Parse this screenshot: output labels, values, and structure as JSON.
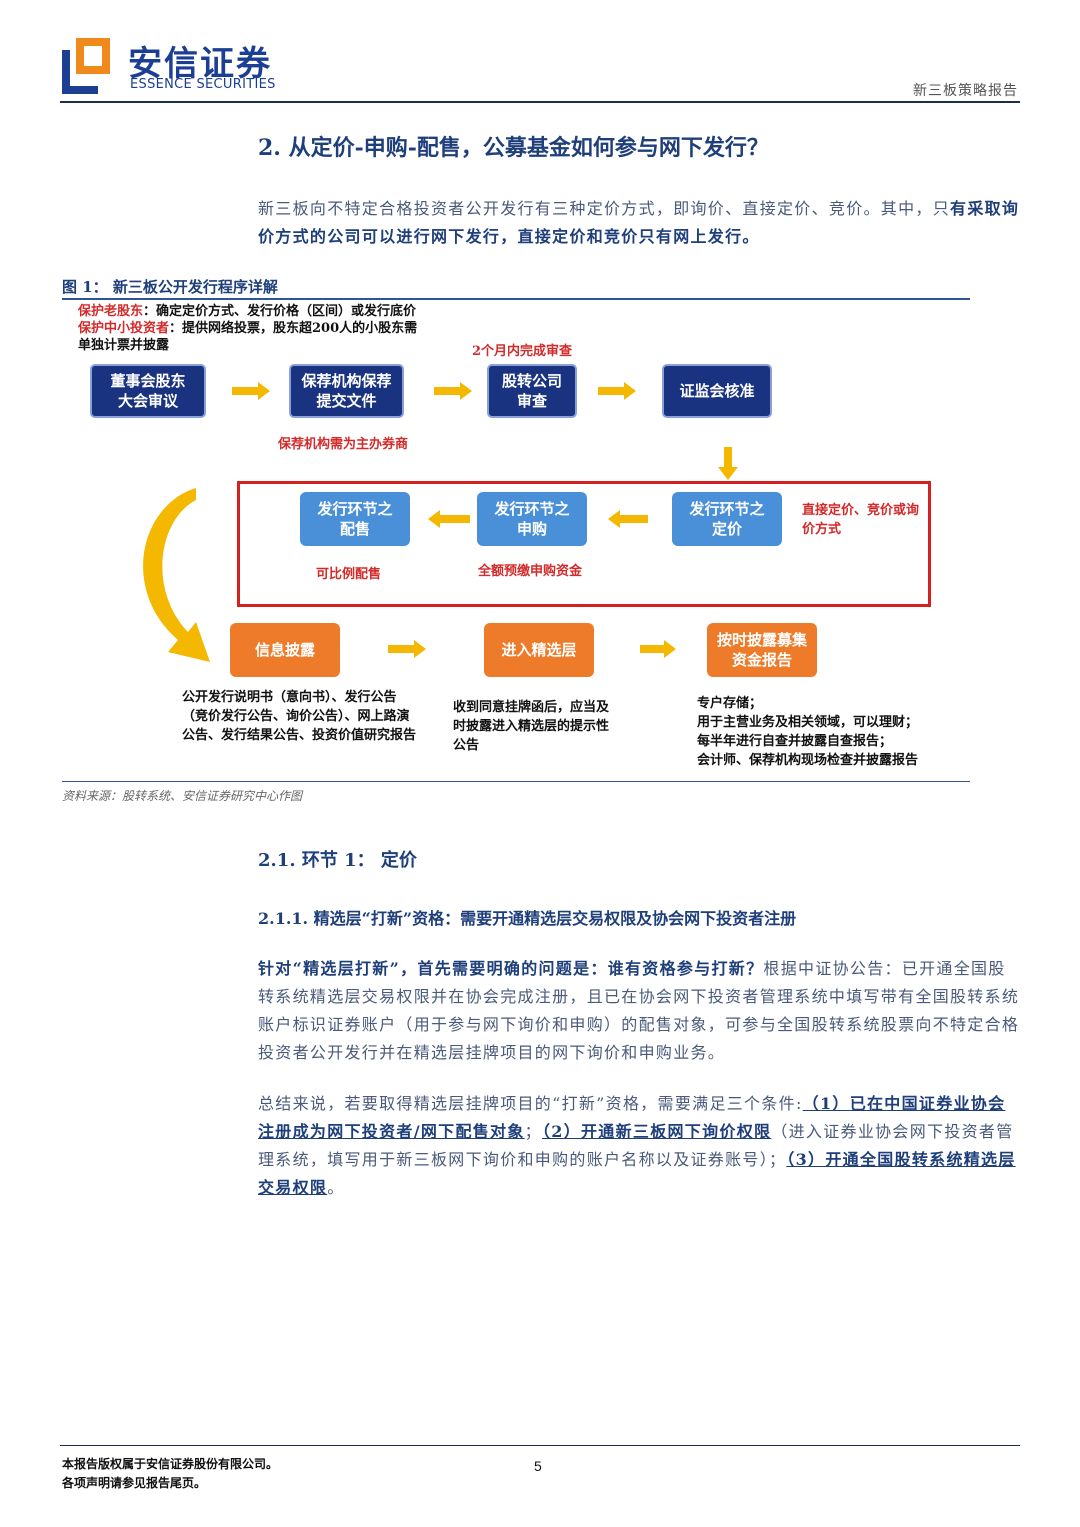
{
  "header": {
    "company_cn": "安信证券",
    "company_en": "ESSENCE SECURITIES",
    "report_type": "新三板策略报告",
    "brand_color": "#1c3f94"
  },
  "section": {
    "title": "2. 从定价-申购-配售，公募基金如何参与网下发行？",
    "intro_plain": "新三板向不特定合格投资者公开发行有三种定价方式，即询价、直接定价、竞价。其中，只",
    "intro_bold": "有采取询价方式的公司可以进行网下发行，直接定价和竞价只有网上发行。"
  },
  "figure": {
    "caption": "图 1： 新三板公开发行程序详解",
    "top_note": {
      "line1_red": "保护老股东",
      "line1_rest": "：确定定价方式、发行价格（区间）或发行底价",
      "line2_red": "保护中小投资者",
      "line2_rest": "：提供网络投票，股东超200人的小股东需",
      "line3": "单独计票并披露"
    },
    "review_note": "2个月内完成审查",
    "sponsor_note": "保荐机构需为主办券商",
    "pricing_note": "直接定价、竞价或询价方式",
    "allot_note": "可比例配售",
    "sub_note": "全额预缴申购资金",
    "steps": {
      "board": "董事会股东大会审议",
      "sponsor": "保荐机构保荐提交文件",
      "neeq": "股转公司审查",
      "csrc": "证监会核准",
      "pricing": "发行环节之定价",
      "subscribe": "发行环节之申购",
      "allot": "发行环节之配售",
      "disclose": "信息披露",
      "select": "进入精选层",
      "report": "按时披露募集资金报告"
    },
    "desc_disclose": "公开发行说明书（意向书）、发行公告（竞价发行公告、询价公告）、网上路演公告、发行结果公告、投资价值研究报告",
    "desc_select": "收到同意挂牌函后，应当及时披露进入精选层的提示性公告",
    "desc_report": [
      "专户存储；",
      "用于主营业务及相关领域，可以理财；",
      "每半年进行自查并披露自查报告；",
      "会计师、保荐机构现场检查并披露报告"
    ],
    "source": "资料来源：股转系统、安信证券研究中心作图",
    "colors": {
      "dark_box": "#1a3380",
      "light_box": "#4a90d9",
      "orange_box": "#ee7b2a",
      "arrow": "#f5b800",
      "red": "#d62020"
    }
  },
  "sub1": "2.1. 环节 1： 定价",
  "sub2": "2.1.1. 精选层“打新”资格：需要开通精选层交易权限及协会网下投资者注册",
  "para1": {
    "bold": "针对“精选层打新”，首先需要明确的问题是：谁有资格参与打新？",
    "rest": "根据中证协公告：已开通全国股转系统精选层交易权限并在协会完成注册，且已在协会网下投资者管理系统中填写带有全国股转系统账户标识证券账户（用于参与网下询价和申购）的配售对象，可参与全国股转系统股票向不特定合格投资者公开发行并在精选层挂牌项目的网下询价和申购业务。"
  },
  "para2": {
    "a": "总结来说，若要取得精选层挂牌项目的“打新”资格，需要满足三个条件:",
    "u1": "（1）已在中国证券业协会注册成为网下投资者/网下配售对象",
    "b": "；",
    "u2": "（2）开通新三板网下询价权限",
    "c": "（进入证券业协会网下投资者管理系统，填写用于新三板网下询价和申购的账户名称以及证券账号）；",
    "u3": "（3）开通全国股转系统精选层交易权限",
    "d": "。"
  },
  "footer": {
    "line1": "本报告版权属于安信证券股份有限公司。",
    "line2": "各项声明请参见报告尾页。",
    "page": "5"
  }
}
